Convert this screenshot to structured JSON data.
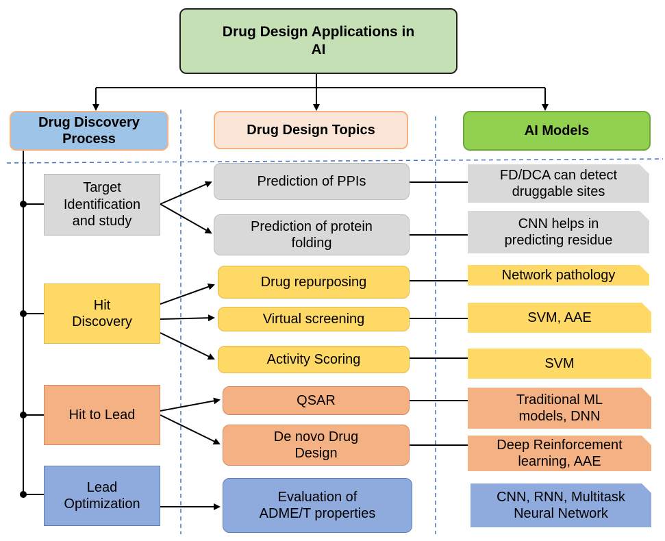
{
  "root": {
    "title": "Drug Design Applications in\nAI",
    "color": "#c5e0b4",
    "border": "#1f1f1f"
  },
  "headers": {
    "process": {
      "label": "Drug Discovery\nProcess",
      "color": "#9dc3e6",
      "border": "#f4b183"
    },
    "topics": {
      "label": "Drug Design Topics",
      "color": "#fbe5d6",
      "border": "#f4b183"
    },
    "models": {
      "label": "AI Models",
      "color": "#92d050",
      "border": "#6fa83a"
    }
  },
  "stages": [
    {
      "label": "Target\nIdentification\nand study"
    },
    {
      "label": "Hit\nDiscovery"
    },
    {
      "label": "Hit to Lead"
    },
    {
      "label": "Lead\nOptimization"
    }
  ],
  "topics": [
    {
      "label": "Prediction of PPIs"
    },
    {
      "label": "Prediction of protein\nfolding"
    },
    {
      "label": "Drug repurposing"
    },
    {
      "label": "Virtual screening"
    },
    {
      "label": "Activity Scoring"
    },
    {
      "label": "QSAR"
    },
    {
      "label": "De novo Drug\nDesign"
    },
    {
      "label": "Evaluation of\nADME/T properties"
    }
  ],
  "models": [
    {
      "label": "FD/DCA can detect\ndruggable sites"
    },
    {
      "label": "CNN helps in\npredicting residue"
    },
    {
      "label": "Network pathology"
    },
    {
      "label": "SVM, AAE"
    },
    {
      "label": "SVM"
    },
    {
      "label": "Traditional ML\nmodels, DNN"
    },
    {
      "label": "Deep Reinforcement\nlearning, AAE"
    },
    {
      "label": "CNN, RNN, Multitask\nNeural Network"
    }
  ],
  "colors": {
    "gray": "#d9d9d9",
    "yellow": "#ffd966",
    "orange": "#f4b183",
    "blue": "#8faadc",
    "dashed_divider": "#4472c4"
  }
}
